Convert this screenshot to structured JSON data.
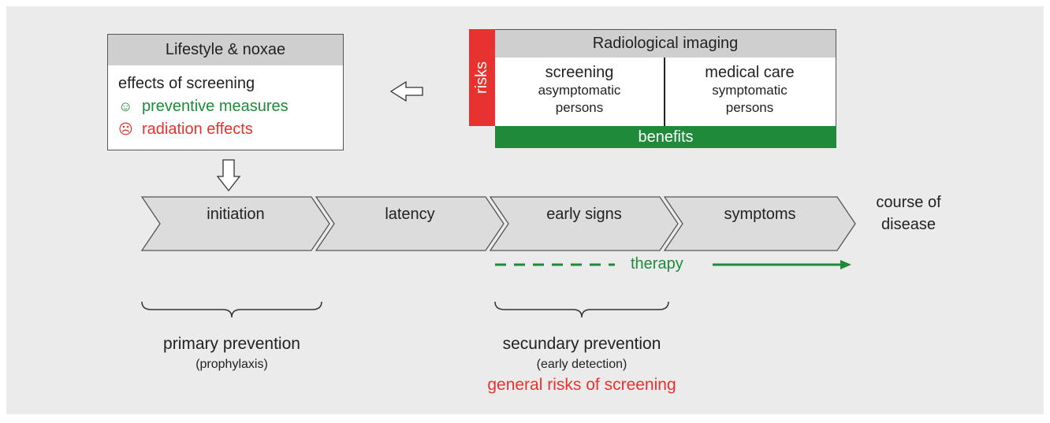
{
  "lifestyle": {
    "title": "Lifestyle & noxae",
    "heading": "effects of screening",
    "positive": "preventive measures",
    "negative": "radiation effects",
    "positive_icon": "smiley-icon",
    "negative_icon": "frowny-icon"
  },
  "radiology": {
    "title": "Radiological imaging",
    "risks_label": "risks",
    "benefits_label": "benefits",
    "columns": [
      {
        "title": "screening",
        "sub1": "asymptomatic",
        "sub2": "persons"
      },
      {
        "title": "medical care",
        "sub1": "symptomatic",
        "sub2": "persons"
      }
    ]
  },
  "stages": [
    "initiation",
    "latency",
    "early signs",
    "symptoms"
  ],
  "course_label": [
    "course of",
    "disease"
  ],
  "therapy_label": "therapy",
  "primary": {
    "title": "primary prevention",
    "sub": "(prophylaxis)"
  },
  "secondary": {
    "title": "secundary prevention",
    "sub": "(early detection)",
    "risk": "general risks of screening"
  },
  "colors": {
    "green": "#1e8a3a",
    "red": "#e8322f",
    "gray": "#cfcfcf",
    "chevron": "#dcdcdd"
  }
}
